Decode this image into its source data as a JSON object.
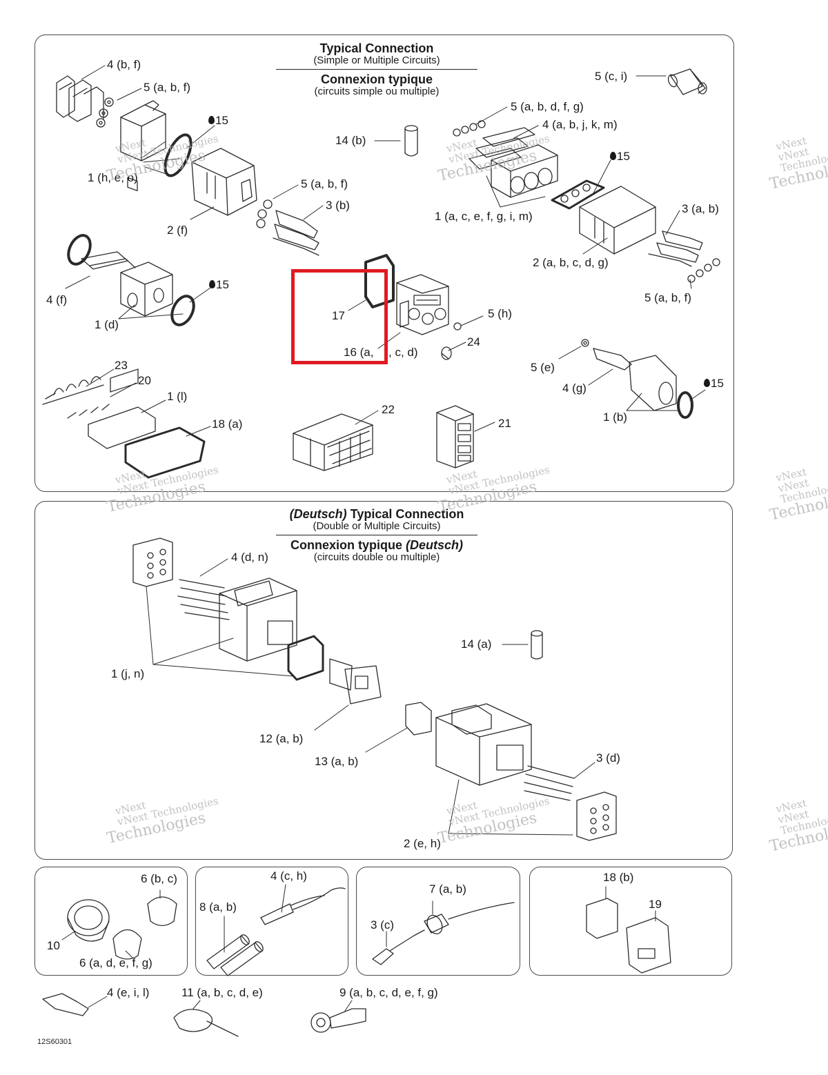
{
  "panel1": {
    "title_en": "Typical Connection",
    "subtitle_en": "(Simple or Multiple Circuits)",
    "title_fr": "Connexion typique",
    "subtitle_fr": "(circuits simple ou multiple)"
  },
  "panel2": {
    "title_en_prefix": "(Deutsch)",
    "title_en": "Typical Connection",
    "subtitle_en": "(Double or Multiple Circuits)",
    "title_fr": "Connexion typique",
    "title_fr_suffix": "(Deutsch)",
    "subtitle_fr": "(circuits double ou multiple)"
  },
  "labels": {
    "l4bf": "4 (b, f)",
    "l5abf_top": "5 (a, b, f)",
    "l15_a": "15",
    "l1heo": "1 (h, e, o)",
    "l5abf_mid": "5 (a, b, f)",
    "l3b": "3 (b)",
    "l2f": "2 (f)",
    "l14b": "14 (b)",
    "l5ci": "5 (c, i)",
    "l5abdfg": "5 (a, b, d, f, g)",
    "l4abjkm": "4 (a, b, j, k, m)",
    "l15_b": "15",
    "l1acefgim": "1 (a, c, e, f, g, i, m)",
    "l3ab": "3 (a, b)",
    "l2abcdg": "2 (a, b, c, d, g)",
    "l5abf_right": "5 (a, b, f)",
    "l4f": "4 (f)",
    "l1d": "1 (d)",
    "l15_c": "15",
    "l17": "17",
    "l16": "16 (a,",
    "l16b": ", c, d)",
    "l5h": "5 (h)",
    "l24": "24",
    "l5e": "5 (e)",
    "l4g": "4 (g)",
    "l15_d": "15",
    "l1b": "1 (b)",
    "l23": "23",
    "l20": "20",
    "l1l": "1 (l)",
    "l18a": "18 (a)",
    "l22": "22",
    "l21": "21",
    "l4dn": "4 (d, n)",
    "l14a": "14 (a)",
    "l1jn": "1 (j, n)",
    "l12ab": "12 (a, b)",
    "l13ab": "13 (a, b)",
    "l3d": "3 (d)",
    "l2eh": "2 (e, h)",
    "l6bc": "6 (b, c)",
    "l10": "10",
    "l6adefg": "6 (a, d, e, f, g)",
    "l4ch": "4 (c, h)",
    "l8ab": "8 (a, b)",
    "l7ab": "7 (a, b)",
    "l3c": "3 (c)",
    "l18b": "18 (b)",
    "l19": "19",
    "l4eil": "4 (e, i, l)",
    "l11": "11 (a, b, c, d, e)",
    "l9": "9 (a, b, c, d, e, f, g)"
  },
  "watermark": {
    "line1": "vNext",
    "line2": "vNext Technologies",
    "line3": "Technologies"
  },
  "drawing_code": "12S60301",
  "colors": {
    "highlight": "#e01b22",
    "line": "#2a2a2a",
    "watermark": "#b8b8b8"
  }
}
